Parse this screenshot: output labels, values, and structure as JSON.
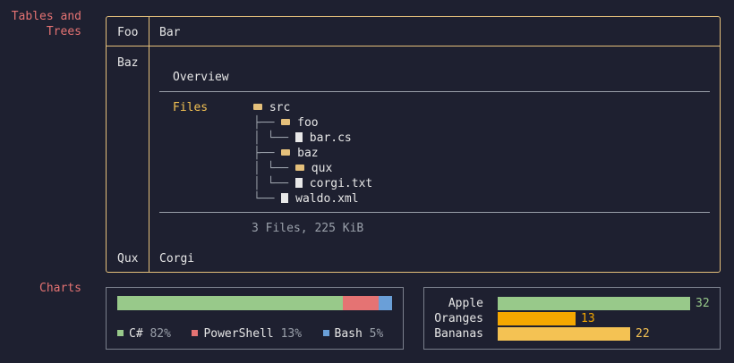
{
  "sections": {
    "tables_title_line1": "Tables and",
    "tables_title_line2": "Trees",
    "charts_title": "Charts"
  },
  "table": {
    "header": [
      "Foo",
      "Bar"
    ],
    "row_label": "Baz",
    "footer": [
      "Qux",
      "Corgi"
    ],
    "overview_label": "Overview",
    "files_label": "Files",
    "summary": "3 Files, 225 KiB"
  },
  "tree": [
    {
      "name": "src",
      "type": "folder"
    },
    {
      "name": "foo",
      "type": "folder"
    },
    {
      "name": "bar.cs",
      "type": "file"
    },
    {
      "name": "baz",
      "type": "folder"
    },
    {
      "name": "qux",
      "type": "folder"
    },
    {
      "name": "corgi.txt",
      "type": "file"
    },
    {
      "name": "waldo.xml",
      "type": "file"
    }
  ],
  "colors": {
    "accent_border": "#e5c07b",
    "title": "#e57373",
    "green": "#98c98a",
    "red": "#e57373",
    "blue": "#6a9fd8",
    "orange": "#f5a800",
    "yellow": "#f4c253"
  },
  "chart_data": [
    {
      "type": "bar",
      "stacked": true,
      "series": [
        {
          "name": "C#",
          "value": 82,
          "label": "82%",
          "color": "#98c98a"
        },
        {
          "name": "PowerShell",
          "value": 13,
          "label": "13%",
          "color": "#e57373"
        },
        {
          "name": "Bash",
          "value": 5,
          "label": "5%",
          "color": "#6a9fd8"
        }
      ]
    },
    {
      "type": "bar",
      "orientation": "horizontal",
      "categories": [
        "Apple",
        "Oranges",
        "Bananas"
      ],
      "values": [
        32,
        13,
        22
      ],
      "colors": [
        "#98c98a",
        "#f5a800",
        "#f4c253"
      ],
      "xlim": [
        0,
        32
      ]
    }
  ]
}
